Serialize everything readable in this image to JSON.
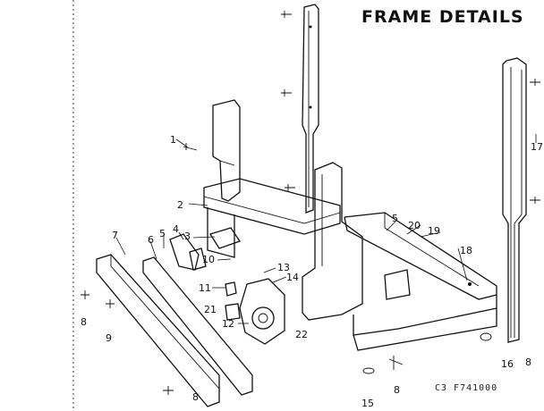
{
  "title": "FRAME DETAILS",
  "figure_code": "C3 F741000",
  "callouts": [
    {
      "id": "c1",
      "label": "1"
    },
    {
      "id": "c2",
      "label": "2"
    },
    {
      "id": "c3",
      "label": "3"
    },
    {
      "id": "c4",
      "label": "4"
    },
    {
      "id": "c5a",
      "label": "5"
    },
    {
      "id": "c5b",
      "label": "5"
    },
    {
      "id": "c6",
      "label": "6"
    },
    {
      "id": "c7",
      "label": "7"
    },
    {
      "id": "c8a",
      "label": "8"
    },
    {
      "id": "c8b",
      "label": "8"
    },
    {
      "id": "c8c",
      "label": "8"
    },
    {
      "id": "c8d",
      "label": "8"
    },
    {
      "id": "c9",
      "label": "9"
    },
    {
      "id": "c10",
      "label": "10"
    },
    {
      "id": "c11",
      "label": "11"
    },
    {
      "id": "c12",
      "label": "12"
    },
    {
      "id": "c13",
      "label": "13"
    },
    {
      "id": "c14",
      "label": "14"
    },
    {
      "id": "c15",
      "label": "15"
    },
    {
      "id": "c16",
      "label": "16"
    },
    {
      "id": "c17",
      "label": "17"
    },
    {
      "id": "c18",
      "label": "18"
    },
    {
      "id": "c19",
      "label": "19"
    },
    {
      "id": "c20",
      "label": "20"
    },
    {
      "id": "c21",
      "label": "21"
    },
    {
      "id": "c22",
      "label": "22"
    }
  ]
}
